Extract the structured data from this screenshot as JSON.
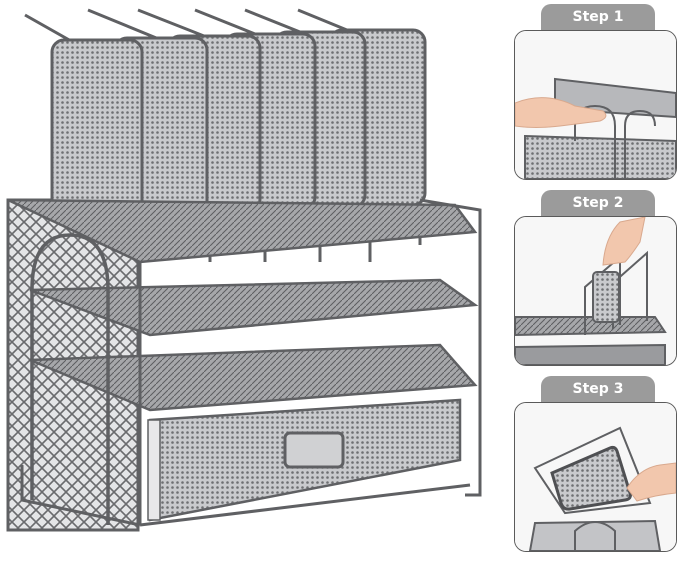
{
  "product": {
    "name": "mesh-desk-organizer",
    "color": "#5f6063",
    "dividers": 6,
    "trays": 3,
    "drawer": 1
  },
  "steps": [
    {
      "label": "Step 1",
      "description_icon": "hand-pulling-tray"
    },
    {
      "label": "Step 2",
      "description_icon": "hand-inserting-divider"
    },
    {
      "label": "Step 3",
      "description_icon": "hand-lifting-divider"
    }
  ],
  "colors": {
    "tab_bg": "#9b9b9b",
    "tab_text": "#ffffff",
    "frame_border": "#5a5a5a",
    "metal": "#5f6063",
    "mesh": "#8a8b8e",
    "skin": "#f2c7ad"
  }
}
